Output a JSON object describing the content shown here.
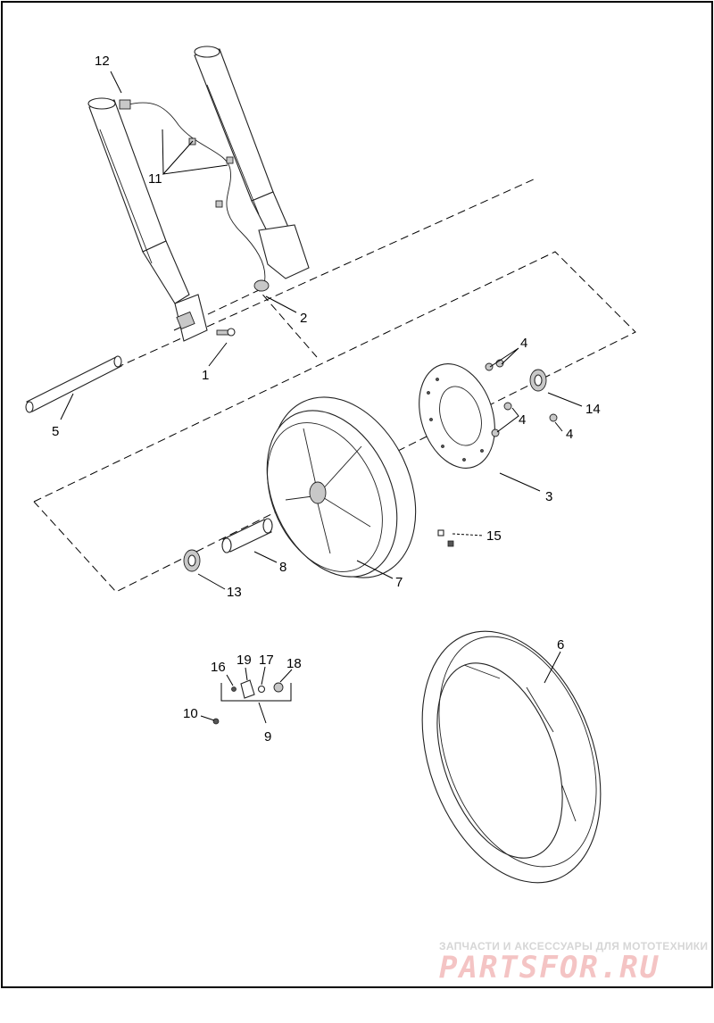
{
  "callouts": {
    "c1": "1",
    "c2": "2",
    "c3": "3",
    "c4a": "4",
    "c4b": "4",
    "c4c": "4",
    "c5": "5",
    "c6": "6",
    "c7": "7",
    "c8": "8",
    "c9": "9",
    "c10": "10",
    "c11": "11",
    "c12": "12",
    "c13": "13",
    "c14": "14",
    "c15": "15",
    "c16": "16",
    "c17": "17",
    "c18": "18",
    "c19": "19"
  },
  "watermark": {
    "tagline": "ЗАПЧАСТИ И АКСЕССУАРЫ ДЛЯ МОТОТЕХНИКИ",
    "logo": "PARTSFOR.RU",
    "color": "#e8a0a0"
  }
}
